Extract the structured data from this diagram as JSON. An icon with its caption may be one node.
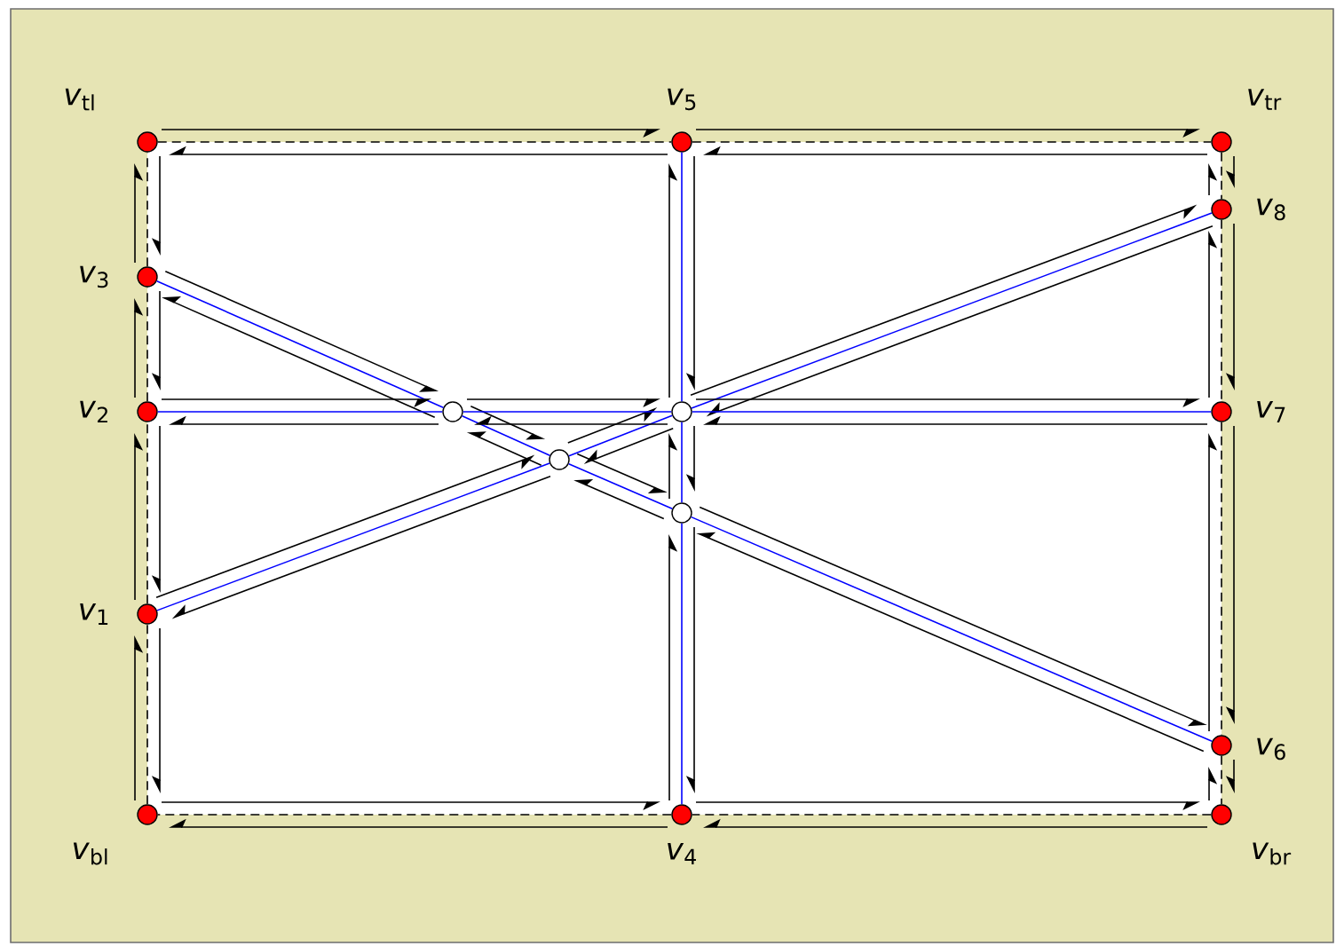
{
  "diagram": {
    "nodes": [
      {
        "text": [],
        "shape": "circle",
        "beside": [
          "*v*$_{tl}$"
        ]
      },
      {
        "text": [],
        "shape": "circle",
        "beside": [
          "*v*$_{5}$"
        ]
      },
      {
        "text": [],
        "shape": "circle",
        "beside": [
          "*v*$_{tr}$"
        ]
      },
      {
        "text": [],
        "shape": "circle",
        "beside": [
          "*v*$_{8}$"
        ]
      },
      {
        "text": [],
        "shape": "circle",
        "beside": [
          "*v*$_{3}$"
        ]
      },
      {
        "text": [],
        "shape": "circle",
        "beside": [
          "*v*$_{2}$"
        ]
      },
      {
        "text": [],
        "shape": "circle"
      },
      {
        "text": [],
        "shape": "circle"
      },
      {
        "text": [],
        "shape": "circle",
        "beside": [
          "*v*$_{7}$"
        ]
      },
      {
        "text": [],
        "shape": "circle"
      },
      {
        "text": [],
        "shape": "circle"
      },
      {
        "text": [],
        "shape": "circle",
        "beside": [
          "*v*$_{1}$"
        ]
      },
      {
        "text": [],
        "shape": "circle",
        "beside": [
          "*v*$_{6}$"
        ]
      },
      {
        "text": [],
        "shape": "circle",
        "beside": [
          "*v*$_{bl}$"
        ]
      },
      {
        "text": [],
        "shape": "circle",
        "beside": [
          "*v*$_{4}$"
        ]
      },
      {
        "text": [],
        "shape": "circle",
        "beside": [
          "*v*$_{br}$"
        ]
      }
    ],
    "edges": [
      {
        "from": 0,
        "to": 1,
        "arrow": "none",
        "style": "dashed"
      },
      {
        "from": 0,
        "to": 1,
        "arrow": "to"
      },
      {
        "from": 1,
        "to": 0,
        "arrow": "to"
      },
      {
        "from": 1,
        "to": 2,
        "arrow": "none",
        "style": "dashed"
      },
      {
        "from": 1,
        "to": 2,
        "arrow": "to"
      },
      {
        "from": 2,
        "to": 1,
        "arrow": "to"
      },
      {
        "from": 2,
        "to": 3,
        "arrow": "none",
        "style": "dashed"
      },
      {
        "from": 2,
        "to": 3,
        "arrow": "to"
      },
      {
        "from": 3,
        "to": 2,
        "arrow": "to"
      },
      {
        "from": 3,
        "to": 8,
        "arrow": "none",
        "style": "dashed"
      },
      {
        "from": 3,
        "to": 8,
        "arrow": "to"
      },
      {
        "from": 8,
        "to": 3,
        "arrow": "to"
      },
      {
        "from": 8,
        "to": 12,
        "arrow": "none",
        "style": "dashed"
      },
      {
        "from": 8,
        "to": 12,
        "arrow": "to"
      },
      {
        "from": 12,
        "to": 8,
        "arrow": "to"
      },
      {
        "from": 12,
        "to": 15,
        "arrow": "none",
        "style": "dashed"
      },
      {
        "from": 12,
        "to": 15,
        "arrow": "to"
      },
      {
        "from": 15,
        "to": 12,
        "arrow": "to"
      },
      {
        "from": 15,
        "to": 14,
        "arrow": "none",
        "style": "dashed"
      },
      {
        "from": 15,
        "to": 14,
        "arrow": "to"
      },
      {
        "from": 14,
        "to": 15,
        "arrow": "to"
      },
      {
        "from": 14,
        "to": 13,
        "arrow": "none",
        "style": "dashed"
      },
      {
        "from": 14,
        "to": 13,
        "arrow": "to"
      },
      {
        "from": 13,
        "to": 14,
        "arrow": "to"
      },
      {
        "from": 13,
        "to": 11,
        "arrow": "none",
        "style": "dashed"
      },
      {
        "from": 13,
        "to": 11,
        "arrow": "to"
      },
      {
        "from": 11,
        "to": 13,
        "arrow": "to"
      },
      {
        "from": 11,
        "to": 5,
        "arrow": "none",
        "style": "dashed"
      },
      {
        "from": 11,
        "to": 5,
        "arrow": "to"
      },
      {
        "from": 5,
        "to": 11,
        "arrow": "to"
      },
      {
        "from": 5,
        "to": 4,
        "arrow": "none",
        "style": "dashed"
      },
      {
        "from": 5,
        "to": 4,
        "arrow": "to"
      },
      {
        "from": 4,
        "to": 5,
        "arrow": "to"
      },
      {
        "from": 4,
        "to": 0,
        "arrow": "none",
        "style": "dashed"
      },
      {
        "from": 4,
        "to": 0,
        "arrow": "to"
      },
      {
        "from": 0,
        "to": 4,
        "arrow": "to"
      },
      {
        "from": 4,
        "to": 6,
        "arrow": "none",
        "color": "#0000ff"
      },
      {
        "from": 4,
        "to": 6,
        "arrow": "to"
      },
      {
        "from": 6,
        "to": 4,
        "arrow": "to"
      },
      {
        "from": 6,
        "to": 9,
        "arrow": "none",
        "color": "#0000ff"
      },
      {
        "from": 6,
        "to": 9,
        "arrow": "to"
      },
      {
        "from": 9,
        "to": 6,
        "arrow": "to"
      },
      {
        "from": 9,
        "to": 10,
        "arrow": "none",
        "color": "#0000ff"
      },
      {
        "from": 9,
        "to": 10,
        "arrow": "to"
      },
      {
        "from": 10,
        "to": 9,
        "arrow": "to"
      },
      {
        "from": 10,
        "to": 12,
        "arrow": "none",
        "color": "#0000ff"
      },
      {
        "from": 10,
        "to": 12,
        "arrow": "to"
      },
      {
        "from": 12,
        "to": 10,
        "arrow": "to"
      },
      {
        "from": 11,
        "to": 9,
        "arrow": "none",
        "color": "#0000ff"
      },
      {
        "from": 11,
        "to": 9,
        "arrow": "to"
      },
      {
        "from": 9,
        "to": 11,
        "arrow": "to"
      },
      {
        "from": 9,
        "to": 7,
        "arrow": "none",
        "color": "#0000ff"
      },
      {
        "from": 9,
        "to": 7,
        "arrow": "to"
      },
      {
        "from": 7,
        "to": 9,
        "arrow": "to"
      },
      {
        "from": 7,
        "to": 3,
        "arrow": "none",
        "color": "#0000ff"
      },
      {
        "from": 7,
        "to": 3,
        "arrow": "to"
      },
      {
        "from": 3,
        "to": 7,
        "arrow": "to"
      },
      {
        "from": 5,
        "to": 6,
        "arrow": "none",
        "color": "#0000ff"
      },
      {
        "from": 5,
        "to": 6,
        "arrow": "to"
      },
      {
        "from": 6,
        "to": 5,
        "arrow": "to"
      },
      {
        "from": 6,
        "to": 7,
        "arrow": "none",
        "color": "#0000ff"
      },
      {
        "from": 6,
        "to": 7,
        "arrow": "to"
      },
      {
        "from": 7,
        "to": 6,
        "arrow": "to"
      },
      {
        "from": 7,
        "to": 8,
        "arrow": "none",
        "color": "#0000ff"
      },
      {
        "from": 7,
        "to": 8,
        "arrow": "to"
      },
      {
        "from": 8,
        "to": 7,
        "arrow": "to"
      },
      {
        "from": 1,
        "to": 7,
        "arrow": "none",
        "color": "#0000ff"
      },
      {
        "from": 1,
        "to": 7,
        "arrow": "to"
      },
      {
        "from": 7,
        "to": 1,
        "arrow": "to"
      },
      {
        "from": 7,
        "to": 10,
        "arrow": "none",
        "color": "#0000ff"
      },
      {
        "from": 7,
        "to": 10,
        "arrow": "to"
      },
      {
        "from": 10,
        "to": 7,
        "arrow": "to"
      },
      {
        "from": 10,
        "to": 14,
        "arrow": "none",
        "color": "#0000ff"
      },
      {
        "from": 10,
        "to": 14,
        "arrow": "to"
      },
      {
        "from": 14,
        "to": 10,
        "arrow": "to"
      }
    ]
  }
}
